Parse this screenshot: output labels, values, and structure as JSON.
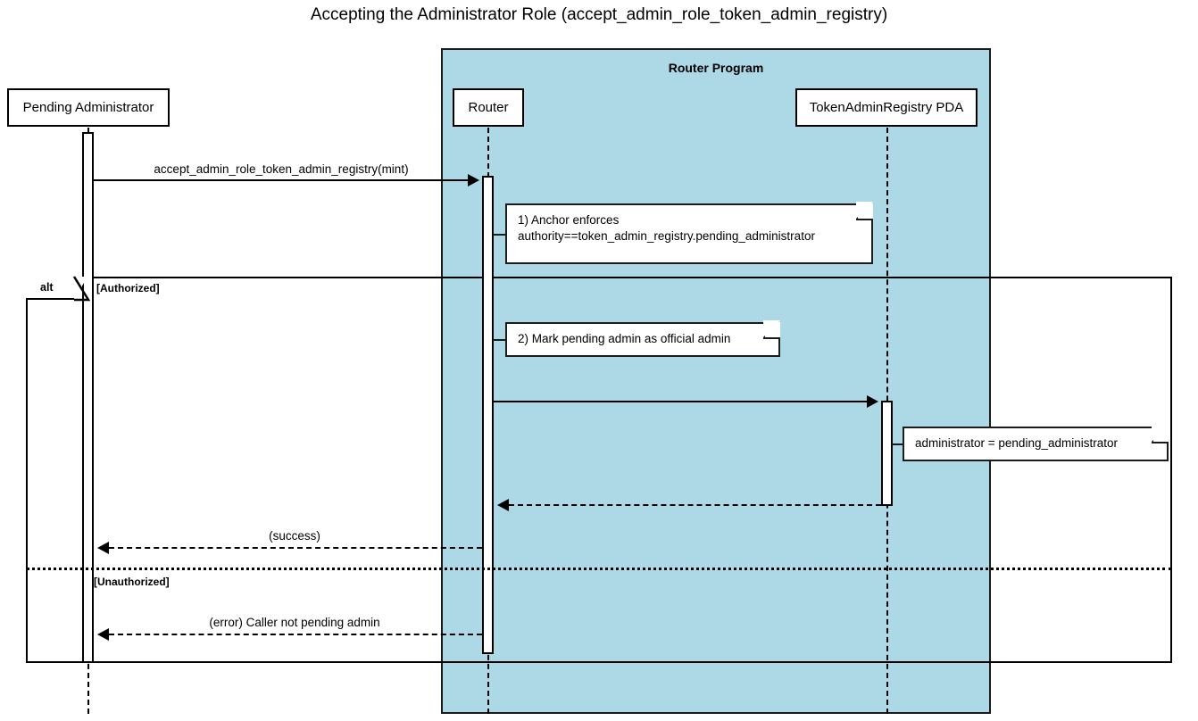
{
  "title": "Accepting the Administrator Role (accept_admin_role_token_admin_registry)",
  "colors": {
    "group_fill": "#add8e6",
    "stroke": "#000000",
    "note_fill": "#ffffff",
    "canvas": "#ffffff"
  },
  "groups": [
    {
      "label": "Router Program"
    }
  ],
  "participants": [
    {
      "id": "pending_admin",
      "label": "Pending Administrator"
    },
    {
      "id": "router",
      "label": "Router"
    },
    {
      "id": "registry_pda",
      "label": "TokenAdminRegistry PDA"
    }
  ],
  "messages": [
    {
      "id": "m1",
      "label": "accept_admin_role_token_admin_registry(mint)",
      "from": "pending_admin",
      "to": "router",
      "style": "solid",
      "direction": "right"
    },
    {
      "id": "m2",
      "label": "",
      "from": "router",
      "to": "registry_pda",
      "style": "solid",
      "direction": "right"
    },
    {
      "id": "m3",
      "label": "",
      "from": "registry_pda",
      "to": "router",
      "style": "dashed",
      "direction": "left"
    },
    {
      "id": "m4",
      "label": "(success)",
      "from": "router",
      "to": "pending_admin",
      "style": "dashed",
      "direction": "left"
    },
    {
      "id": "m5",
      "label": "(error) Caller not pending admin",
      "from": "router",
      "to": "pending_admin",
      "style": "dashed",
      "direction": "left"
    }
  ],
  "notes": [
    {
      "id": "note1",
      "line1": "1) Anchor enforces",
      "line2": "authority==token_admin_registry.pending_administrator"
    },
    {
      "id": "note2",
      "line1": "2) Mark pending admin as official admin",
      "line2": ""
    },
    {
      "id": "note3",
      "line1": "administrator = pending_administrator",
      "line2": ""
    }
  ],
  "fragment": {
    "operator": "alt",
    "guards": [
      {
        "id": "guard1",
        "label": "[Authorized]"
      },
      {
        "id": "guard2",
        "label": "[Unauthorized]"
      }
    ]
  }
}
